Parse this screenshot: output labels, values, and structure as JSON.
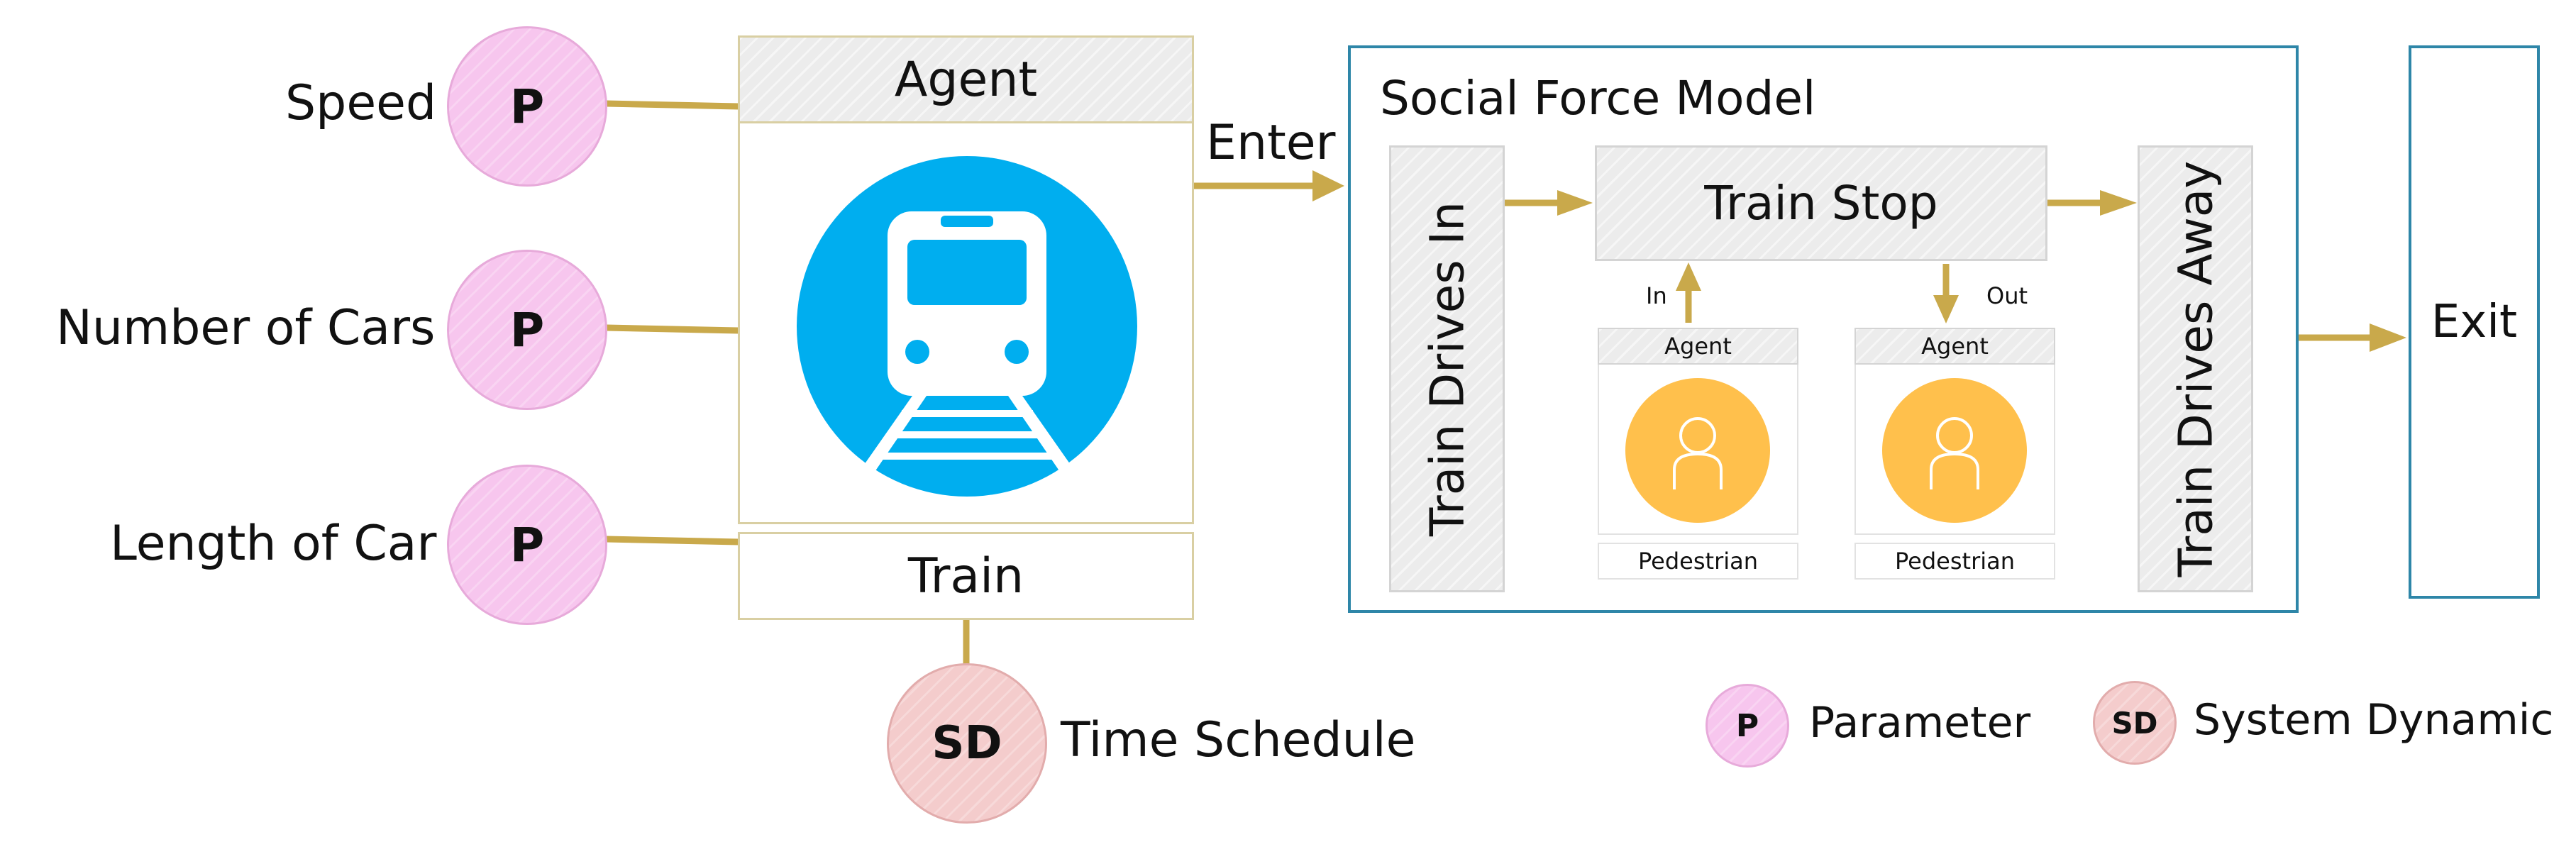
{
  "parameters": {
    "speed": "Speed",
    "number_of_cars": "Number of Cars",
    "length_of_car": "Length of Car",
    "p_symbol": "P"
  },
  "agent_block": {
    "header": "Agent",
    "footer": "Train",
    "icon": "train-icon",
    "icon_color": "#00AEEF"
  },
  "time_schedule": {
    "symbol": "SD",
    "label": "Time Schedule"
  },
  "enter_label": "Enter",
  "social_force": {
    "title": "Social Force Model",
    "train_drives_in": "Train Drives In",
    "train_stop": "Train Stop",
    "train_drives_away": "Train Drives Away",
    "in_label": "In",
    "out_label": "Out",
    "agent_in": {
      "header": "Agent",
      "footer": "Pedestrian",
      "icon": "pedestrian-icon"
    },
    "agent_out": {
      "header": "Agent",
      "footer": "Pedestrian",
      "icon": "pedestrian-icon"
    },
    "border_color": "#2E86A8"
  },
  "exit_label": "Exit",
  "legend": {
    "p_symbol": "P",
    "p_label": "Parameter",
    "sd_symbol": "SD",
    "sd_label": "System Dynamic"
  },
  "colors": {
    "connector": "#C9A94B",
    "parameter_fill": "#F7C6EE",
    "system_dynamic_fill": "#F4CCCC",
    "pedestrian_fill": "#FFC04C"
  }
}
